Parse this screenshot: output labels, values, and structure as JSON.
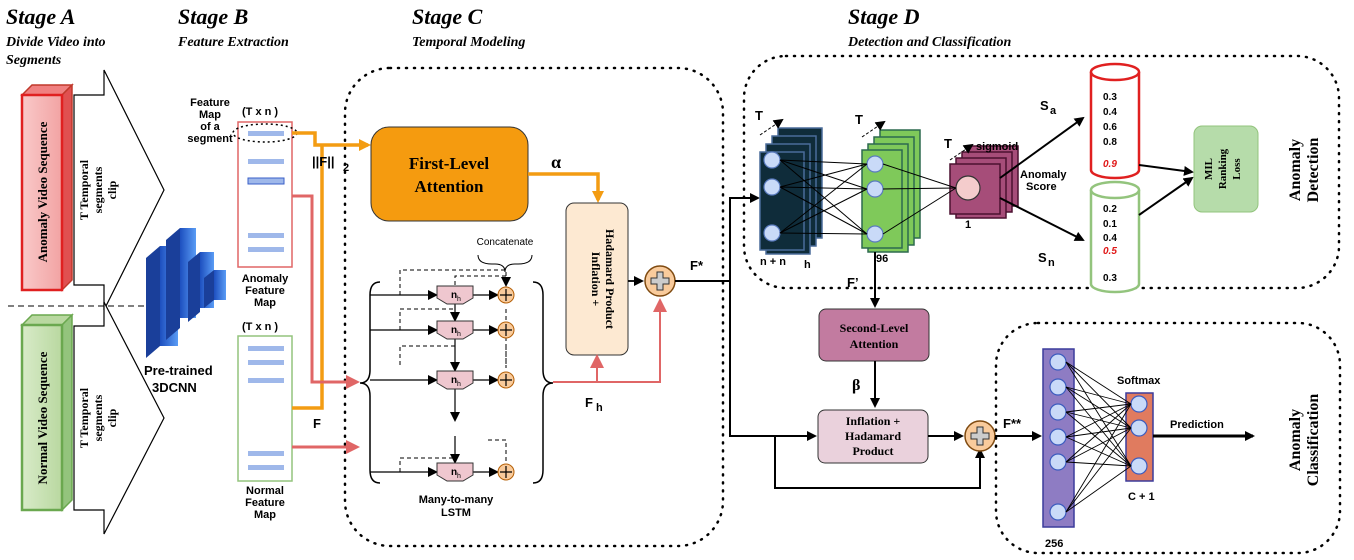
{
  "stages": {
    "a": {
      "title": "Stage A",
      "subtitle_line1": "Divide Video into",
      "subtitle_line2": "Segments"
    },
    "b": {
      "title": "Stage B",
      "subtitle": "Feature Extraction"
    },
    "c": {
      "title": "Stage C",
      "subtitle": "Temporal Modeling"
    },
    "d": {
      "title": "Stage D",
      "subtitle": "Detection and Classification"
    }
  },
  "videos": {
    "anomaly": "Anomaly Video Sequence",
    "normal": "Normal Video Sequence",
    "clip_line1": "T Temporal",
    "clip_line2": "segments",
    "clip_line3": "clip"
  },
  "feature_extraction": {
    "pretrained_line1": "Pre-trained",
    "pretrained_line2": "3DCNN",
    "dims": "(T x n )",
    "seg_map_line1": "Feature",
    "seg_map_line2": "Map",
    "seg_map_line3": "of a",
    "seg_map_line4": "segment",
    "anomaly_map_line1": "Anomaly",
    "anomaly_map_line2": "Feature",
    "anomaly_map_line3": "Map",
    "normal_map_line1": "Normal",
    "normal_map_line2": "Feature",
    "normal_map_line3": "Map"
  },
  "temporal": {
    "norm": "||F||",
    "norm_sub": "2",
    "f": "F",
    "first_attention_line1": "First-Level",
    "first_attention_line2": "Attention",
    "alpha": "α",
    "inflation_line1": "Inflation +",
    "inflation_line2": "Hadamard Product",
    "concatenate": "Concatenate",
    "cell": "n",
    "cell_sub": "h",
    "lstm_line1": "Many-to-many",
    "lstm_line2": "LSTM",
    "fh": "F",
    "fh_sub": "h",
    "fstar": "F*"
  },
  "detection": {
    "t": "T",
    "sigmoid": "sigmoid",
    "layer1_label": "n  + n",
    "layer1_sub": "h",
    "layer2_label": "96",
    "layer3_label": "1",
    "anomaly_score_line1": "Anomaly",
    "anomaly_score_line2": "Score",
    "sa": "S",
    "sa_sub": "a",
    "sn": "S",
    "sn_sub": "n",
    "sa_values": [
      "0.3",
      "0.4",
      "0.6",
      "0.8"
    ],
    "sa_max": "0.9",
    "sn_values": [
      "0.2",
      "0.1",
      "0.4"
    ],
    "sn_max": "0.5",
    "sn_last": "0.3",
    "mil_line1": "MIL",
    "mil_line2": "Ranking",
    "mil_line3": "Loss",
    "side_line1": "Anomaly",
    "side_line2": "Detection"
  },
  "classification": {
    "fprime": "F’",
    "second_attention_line1": "Second-Level",
    "second_attention_line2": "Attention",
    "beta": "β",
    "inflation_line1": "Inflation +",
    "inflation_line2": "Hadamard",
    "inflation_line3": "Product",
    "fss": "F**",
    "softmax": "Softmax",
    "prediction": "Prediction",
    "layer_label": "256",
    "out_label": "C + 1",
    "side_line1": "Anomaly",
    "side_line2": "Classification"
  }
}
